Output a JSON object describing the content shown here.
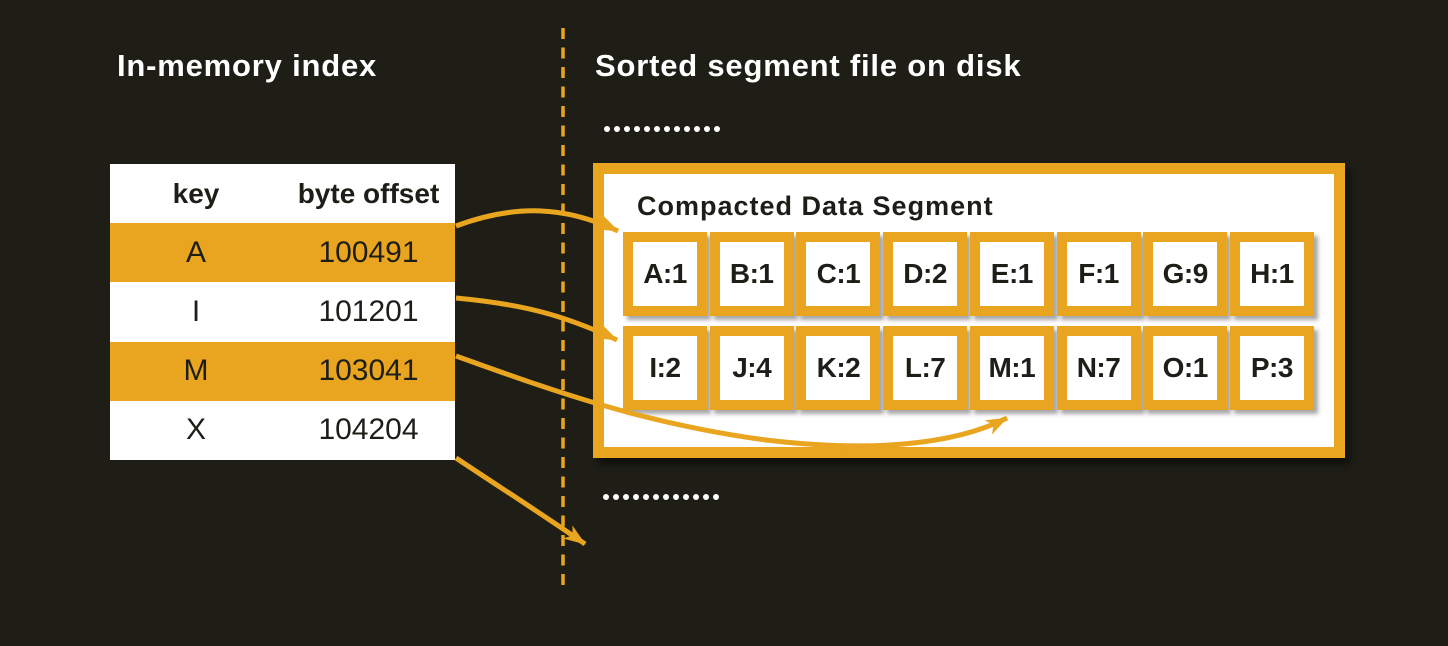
{
  "left_panel": {
    "title": "In-memory index",
    "table": {
      "headers": {
        "key": "key",
        "offset": "byte offset"
      },
      "rows": [
        {
          "key": "A",
          "offset": "100491",
          "highlighted": true
        },
        {
          "key": "I",
          "offset": "101201",
          "highlighted": false
        },
        {
          "key": "M",
          "offset": "103041",
          "highlighted": true
        },
        {
          "key": "X",
          "offset": "104204",
          "highlighted": false
        }
      ]
    }
  },
  "right_panel": {
    "title": "Sorted segment file on disk",
    "ellipsis_top": "............",
    "ellipsis_bottom": "............",
    "segment": {
      "title": "Compacted Data Segment",
      "row1": [
        "A:1",
        "B:1",
        "C:1",
        "D:2",
        "E:1",
        "F:1",
        "G:9",
        "H:1"
      ],
      "row2": [
        "I:2",
        "J:4",
        "K:2",
        "L:7",
        "M:1",
        "N:7",
        "O:1",
        "P:3"
      ]
    }
  },
  "arrows": [
    {
      "from": "index-row-A",
      "to": "segment-cell-A:1"
    },
    {
      "from": "index-row-I",
      "to": "segment-cell-I:2"
    },
    {
      "from": "index-row-M",
      "to": "segment-cell-M:1"
    },
    {
      "from": "index-row-X",
      "to": "off-segment-below"
    }
  ],
  "colors": {
    "accent": "#E9A51F",
    "background": "#1E1E17",
    "ink": "#1E1E18",
    "white": "#FFFFFF"
  }
}
